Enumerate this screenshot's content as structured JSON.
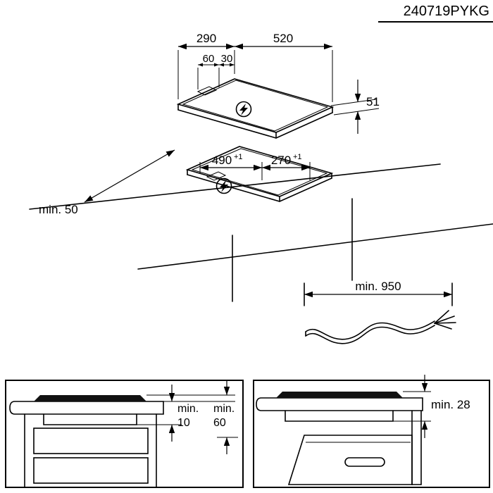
{
  "header": {
    "doc_id": "240719PYKG"
  },
  "top_view": {
    "width": "290",
    "depth": "520",
    "terminal_offset": "60",
    "terminal_width": "30",
    "height": "51"
  },
  "cutout_view": {
    "length": "490",
    "length_tol": "+1",
    "width": "270",
    "width_tol": "+1",
    "edge_clearance": "min. 50"
  },
  "cable": {
    "length": "min. 950"
  },
  "clearance_drawer": {
    "label1": "min.",
    "value1": "10",
    "label2": "min.",
    "value2": "60"
  },
  "clearance_oven": {
    "label": "min. 28"
  },
  "icons": {
    "power1": "lightning-bolt-icon",
    "power2": "lightning-bolt-icon"
  },
  "colors": {
    "ink": "#000000",
    "background": "#ffffff"
  }
}
